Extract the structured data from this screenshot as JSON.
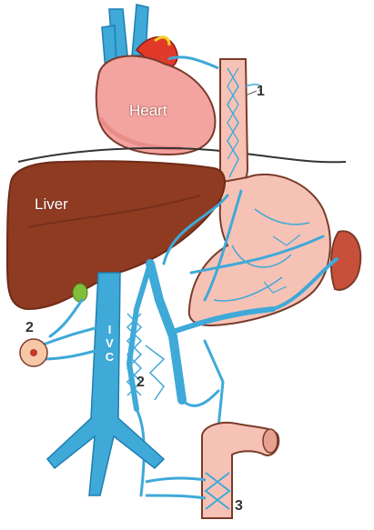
{
  "labels": {
    "heart": "Heart",
    "liver": "Liver",
    "ivc": "IVC",
    "marker_1": "1",
    "marker_2_left": "2",
    "marker_2_center": "2",
    "marker_3": "3"
  },
  "colors": {
    "vein": "#3fa9d8",
    "vein_dark": "#1f7fb0",
    "heart": "#f3a3a0",
    "heart_shade": "#e07e7c",
    "liver": "#8e3b22",
    "liver_shade": "#6f2b18",
    "stomach": "#f7c2b6",
    "spleen": "#c8503a",
    "aorta_red": "#e13a2a",
    "outline": "#7a3b2a"
  }
}
